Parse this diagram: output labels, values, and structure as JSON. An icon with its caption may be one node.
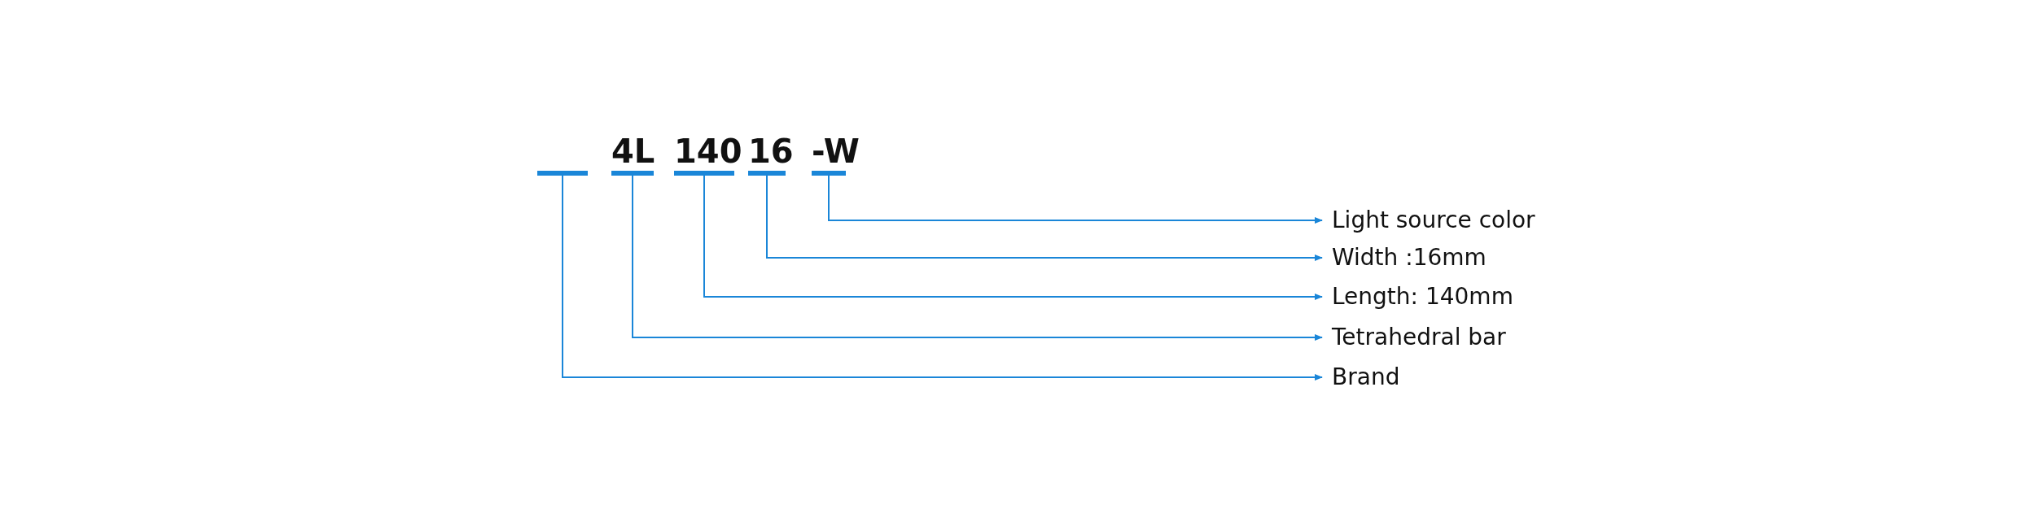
{
  "diagram": {
    "nodes": [
      {
        "text": [],
        "shape": "bar"
      },
      {
        "text": [
          "4L"
        ]
      },
      {
        "text": [
          "140"
        ]
      },
      {
        "text": [
          "16"
        ]
      },
      {
        "text": [
          "-W"
        ]
      },
      {
        "text": [
          "Light source color"
        ]
      },
      {
        "text": [
          "Width :16mm"
        ]
      },
      {
        "text": [
          "Length: 140mm"
        ]
      },
      {
        "text": [
          "Tetrahedral bar"
        ]
      },
      {
        "text": [
          "Brand"
        ]
      }
    ],
    "edges": [
      {
        "from": 4,
        "to": 5,
        "arrow": "to"
      },
      {
        "from": 3,
        "to": 6,
        "arrow": "to"
      },
      {
        "from": 2,
        "to": 7,
        "arrow": "to"
      },
      {
        "from": 1,
        "to": 8,
        "arrow": "to"
      },
      {
        "from": 0,
        "to": 9,
        "arrow": "to"
      }
    ]
  }
}
